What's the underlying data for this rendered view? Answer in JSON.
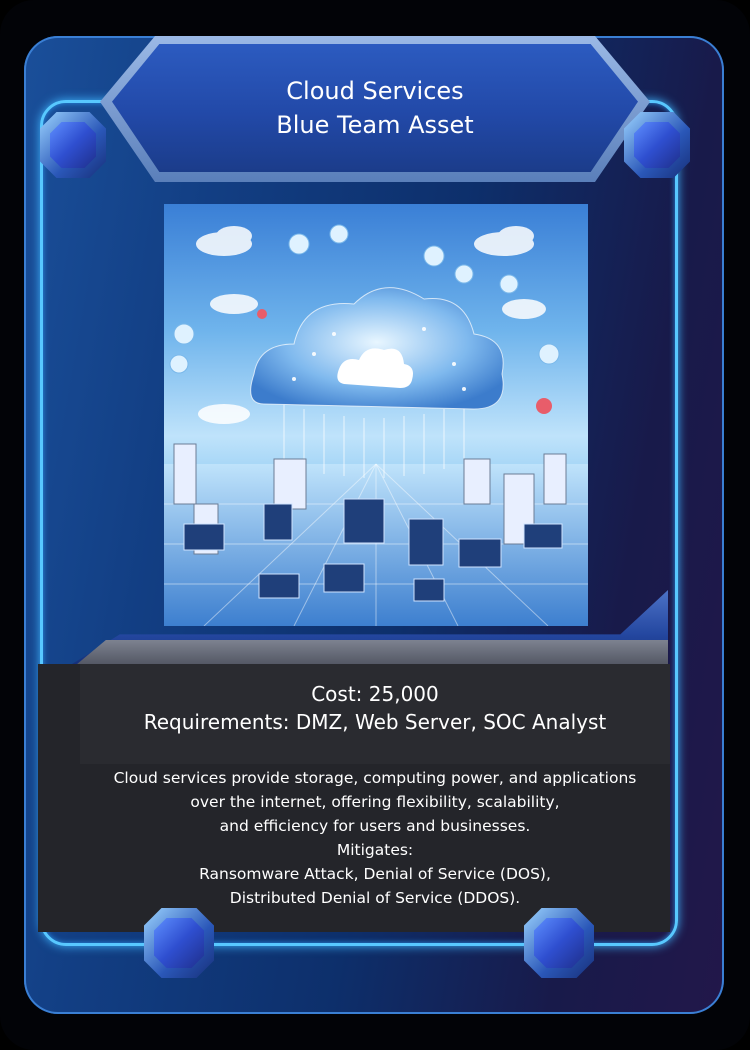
{
  "card": {
    "title_line1": "Cloud Services",
    "title_line2": "Blue Team Asset",
    "cost": "Cost: 25,000",
    "requirements": "Requirements: DMZ, Web Server, SOC Analyst",
    "description_lines": [
      "Cloud services provide storage, computing power, and applications",
      "over the internet, offering flexibility, scalability,",
      "and efficiency for users and businesses.",
      "Mitigates:",
      "Ransomware Attack, Denial of Service (DOS),",
      "Distributed Denial of Service (DDOS)."
    ],
    "art_subject": "cloud-network-devices-illustration",
    "colors": {
      "frame_blue": "#1a4f9a",
      "accent_cyan": "#58c8ff",
      "banner_blue": "#2352b0",
      "text_panel": "#24252a"
    }
  }
}
